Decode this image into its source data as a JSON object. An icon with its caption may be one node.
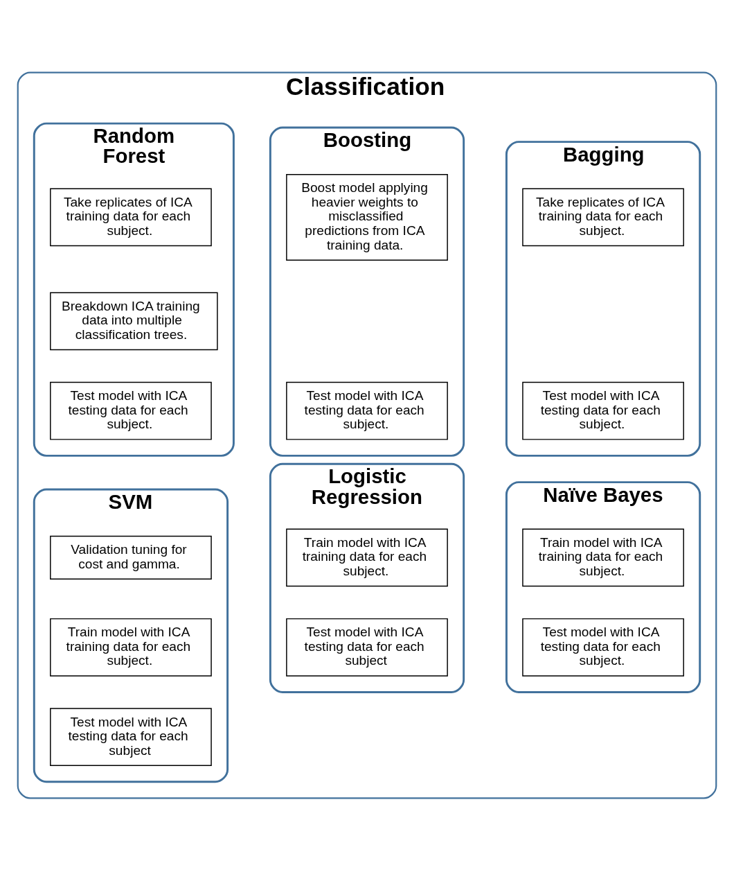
{
  "diagram": {
    "nodes": [
      {
        "text": [
          "Classification"
        ]
      },
      {
        "text": [
          "Bagging"
        ],
        "in": 0
      },
      {
        "text": [
          "Take replicates of ICA training data for each subject."
        ],
        "in": 1
      },
      {
        "text": [
          "Test model with ICA testing data for each subject."
        ],
        "in": 1
      },
      {
        "text": [
          "Boosting"
        ],
        "in": 0
      },
      {
        "text": [
          "Boost model applying heavier weights to misclassified predictions from ICA training data."
        ],
        "in": 4
      },
      {
        "text": [
          "Test model with ICA testing data for each subject."
        ],
        "in": 4
      },
      {
        "text": [
          "Random Forest"
        ],
        "in": 0
      },
      {
        "text": [
          "Take replicates of ICA training data for each subject."
        ],
        "in": 7
      },
      {
        "text": [
          "Breakdown ICA training data into multiple classification trees."
        ],
        "in": 7
      },
      {
        "text": [
          "Test model with ICA testing data for each subject."
        ],
        "in": 7
      },
      {
        "text": [
          "Naïve Bayes"
        ],
        "in": 0
      },
      {
        "text": [
          "Train model with ICA training data for each subject."
        ],
        "in": 11
      },
      {
        "text": [
          "Test model with ICA testing data for each subject."
        ],
        "in": 11
      },
      {
        "text": [
          "Logistic Regression"
        ],
        "in": 0
      },
      {
        "text": [
          "Train model with ICA training data for each subject."
        ],
        "in": 14
      },
      {
        "text": [
          "Test model with ICA testing data for each subject"
        ],
        "in": 14
      },
      {
        "text": [
          "SVM"
        ],
        "in": 0
      },
      {
        "text": [
          "Validation tuning for cost and gamma."
        ],
        "in": 17
      },
      {
        "text": [
          "Train model with ICA training data for each subject."
        ],
        "in": 17
      },
      {
        "text": [
          "Test model with ICA testing data for each subject"
        ],
        "in": 17
      }
    ]
  }
}
